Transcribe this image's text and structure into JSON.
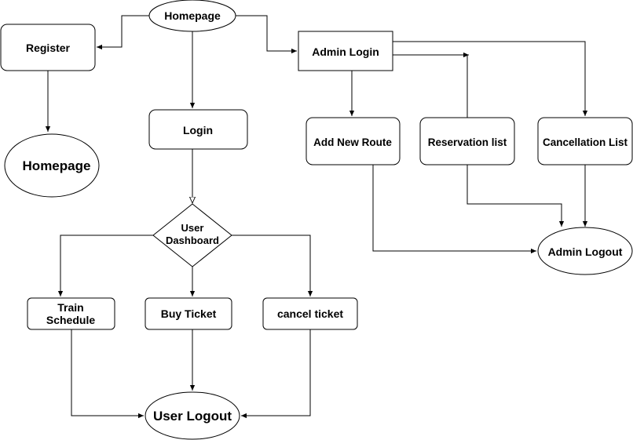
{
  "nodes": {
    "homepage_top": "Homepage",
    "register": "Register",
    "homepage_left": "Homepage",
    "login": "Login",
    "user_dashboard": [
      "User",
      "Dashboard"
    ],
    "train_schedule": [
      "Train",
      "Schedule"
    ],
    "buy_ticket": "Buy Ticket",
    "cancel_ticket": "cancel ticket",
    "user_logout": "User Logout",
    "admin_login": "Admin Login",
    "add_new_route": "Add New Route",
    "reservation_list": "Reservation list",
    "cancellation_list": "Cancellation List",
    "admin_logout": "Admin Logout"
  },
  "colors": {
    "stroke": "#000000",
    "fill": "#ffffff",
    "text": "#000000"
  }
}
